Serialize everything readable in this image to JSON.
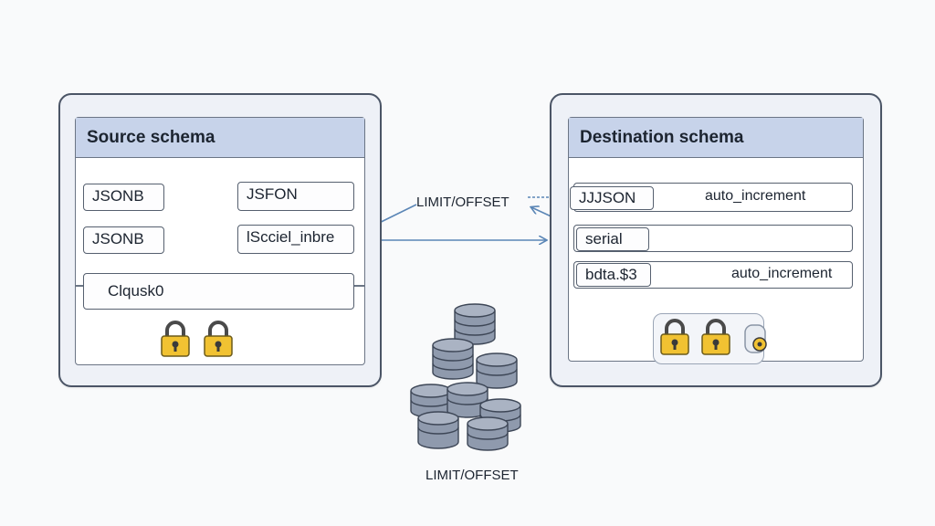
{
  "source": {
    "title": "Source schema",
    "rows": [
      {
        "left": "JSONB",
        "right": "JSFON"
      },
      {
        "left": "JSONB",
        "right": "lScciel_inbre"
      }
    ],
    "single_field": "Clqusk0"
  },
  "destination": {
    "title": "Destination schema",
    "fields": [
      "JJJSON",
      "serial",
      "bdta.$3"
    ],
    "labels": [
      "auto_increment",
      "auto_increment"
    ]
  },
  "middle_label": "LIMIT/OFFSET",
  "bottom_label": "LIMIT/OFFSET",
  "icons": [
    "lock-icon",
    "lock-icon",
    "lock-icon",
    "lock-icon",
    "key-lock-icon",
    "database-stack-icon"
  ],
  "colors": {
    "header": "#c7d3ea",
    "panel": "#eef1f7",
    "blue_arrow": "#5b86b6",
    "orange_arrow": "#e08a3a",
    "lock_gold": "#f1c232"
  }
}
